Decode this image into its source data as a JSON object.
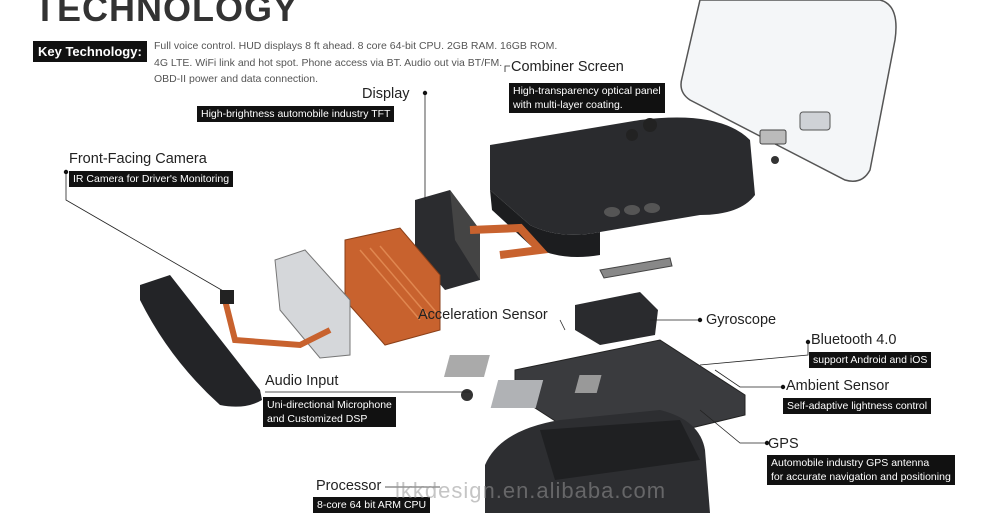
{
  "heading": "TECHNOLOGY",
  "key_technology": {
    "label": "Key Technology:",
    "lines": [
      "Full voice control. HUD displays 8 ft ahead. 8 core 64-bit CPU. 2GB RAM. 16GB ROM.",
      "4G LTE. WiFi link and hot spot. Phone access via BT. Audio out via BT/FM.",
      "OBD-II power and data connection."
    ]
  },
  "components": {
    "combiner_screen": {
      "title": "Combiner Screen",
      "desc": [
        "High-transparency optical panel",
        "with multi-layer coating."
      ]
    },
    "display": {
      "title": "Display",
      "desc": [
        "High-brightness automobile industry TFT"
      ]
    },
    "front_camera": {
      "title": "Front-Facing Camera",
      "desc": [
        "IR Camera for Driver's Monitoring"
      ]
    },
    "acceleration_sensor": {
      "title": "Acceleration Sensor"
    },
    "gyroscope": {
      "title": "Gyroscope"
    },
    "bluetooth": {
      "title": "Bluetooth 4.0",
      "desc": [
        "support Android and iOS"
      ]
    },
    "ambient_sensor": {
      "title": "Ambient Sensor",
      "desc": [
        "Self-adaptive lightness control"
      ]
    },
    "audio_input": {
      "title": "Audio Input",
      "desc": [
        "Uni-directional Microphone",
        "and Customized DSP"
      ]
    },
    "gps": {
      "title": "GPS",
      "desc": [
        "Automobile industry GPS antenna",
        "for accurate navigation and positioning"
      ]
    },
    "processor": {
      "title": "Processor",
      "desc": [
        "8-core 64 bit ARM CPU"
      ]
    }
  },
  "watermark": "lkkdesign.en.alibaba.com",
  "colors": {
    "copper": "#c8622e",
    "dark_plastic": "#2a2b2e",
    "board": "#3a3b3e",
    "label_bg": "#111111"
  }
}
